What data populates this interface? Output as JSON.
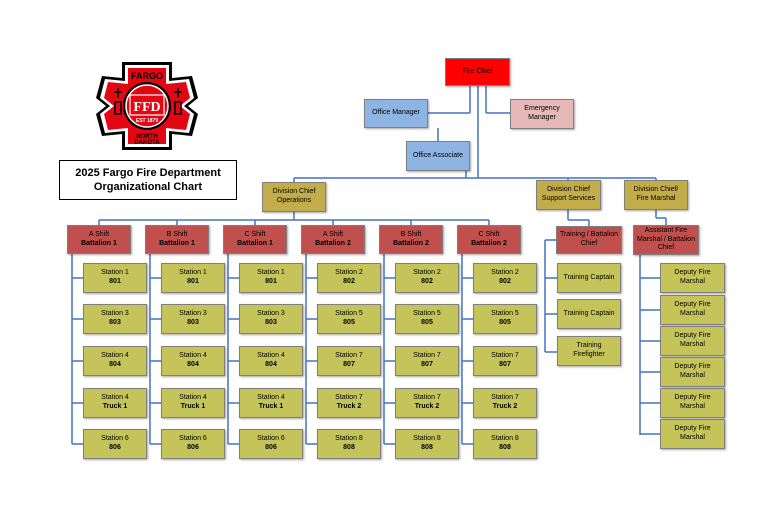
{
  "title": {
    "line1": "2025 Fargo Fire Department",
    "line2": "Organizational Chart"
  },
  "logo": {
    "top": "FARGO",
    "center": "FFD",
    "est": "EST 1879",
    "bottom1": "NORTH",
    "bottom2": "DAKOTA"
  },
  "colors": {
    "chief": "#ff0000",
    "office": "#8eb4e3",
    "emergency": "#e6b9b8",
    "division": "#c3ac4a",
    "shift": "#c0504d",
    "station": "#c4c45a",
    "line": "#4472c4"
  },
  "chief": "Fire Chief",
  "office_manager": "Office Manager",
  "emergency_manager": {
    "line1": "Emergency",
    "line2": "Manager"
  },
  "office_associate": "Office Associate",
  "div_operations": {
    "line1": "Division Chief",
    "line2": "Operations"
  },
  "div_support": {
    "line1": "Division Chief",
    "line2": "Support Services"
  },
  "div_marshal": {
    "line1": "Division Chief/",
    "line2": "Fire Marshal"
  },
  "training_chief": {
    "line1": "Training / Battalion",
    "line2": "Chief"
  },
  "training_captain_1": "Training Captain",
  "training_captain_2": "Training Captain",
  "training_firefighter": {
    "line1": "Training",
    "line2": "Firefighter"
  },
  "asst_marshal": {
    "line1": "Assistant Fire",
    "line2": "Marshal / Battalion",
    "line3": "Chief"
  },
  "deputy": [
    "Deputy Fire Marshal",
    "Deputy Fire Marshal",
    "Deputy Fire Marshal",
    "Deputy Fire Marshal",
    "Deputy Fire Marshal",
    "Deputy Fire Marshal"
  ],
  "shifts": [
    {
      "name": "A Shift",
      "battalion": "Battalion 1",
      "stations": [
        [
          "Station 1",
          "801"
        ],
        [
          "Station 3",
          "803"
        ],
        [
          "Station 4",
          "804"
        ],
        [
          "Station 4",
          "Truck 1"
        ],
        [
          "Station 6",
          "806"
        ]
      ]
    },
    {
      "name": "B Shift",
      "battalion": "Battalion 1",
      "stations": [
        [
          "Station 1",
          "801"
        ],
        [
          "Station 3",
          "803"
        ],
        [
          "Station 4",
          "804"
        ],
        [
          "Station 4",
          "Truck 1"
        ],
        [
          "Station 6",
          "806"
        ]
      ]
    },
    {
      "name": "C Shift",
      "battalion": "Battalion 1",
      "stations": [
        [
          "Station 1",
          "801"
        ],
        [
          "Station 3",
          "803"
        ],
        [
          "Station 4",
          "804"
        ],
        [
          "Station 4",
          "Truck 1"
        ],
        [
          "Station 6",
          "806"
        ]
      ]
    },
    {
      "name": "A Shift",
      "battalion": "Battalion 2",
      "stations": [
        [
          "Station 2",
          "802"
        ],
        [
          "Station 5",
          "805"
        ],
        [
          "Station 7",
          "807"
        ],
        [
          "Station 7",
          "Truck 2"
        ],
        [
          "Station 8",
          "808"
        ]
      ]
    },
    {
      "name": "B Shift",
      "battalion": "Battalion 2",
      "stations": [
        [
          "Station 2",
          "802"
        ],
        [
          "Station 5",
          "805"
        ],
        [
          "Station 7",
          "807"
        ],
        [
          "Station 7",
          "Truck 2"
        ],
        [
          "Station 8",
          "808"
        ]
      ]
    },
    {
      "name": "C Shift",
      "battalion": "Battalion 2",
      "stations": [
        [
          "Station 2",
          "802"
        ],
        [
          "Station 5",
          "805"
        ],
        [
          "Station 7",
          "807"
        ],
        [
          "Station 7",
          "Truck 2"
        ],
        [
          "Station 8",
          "808"
        ]
      ]
    }
  ]
}
